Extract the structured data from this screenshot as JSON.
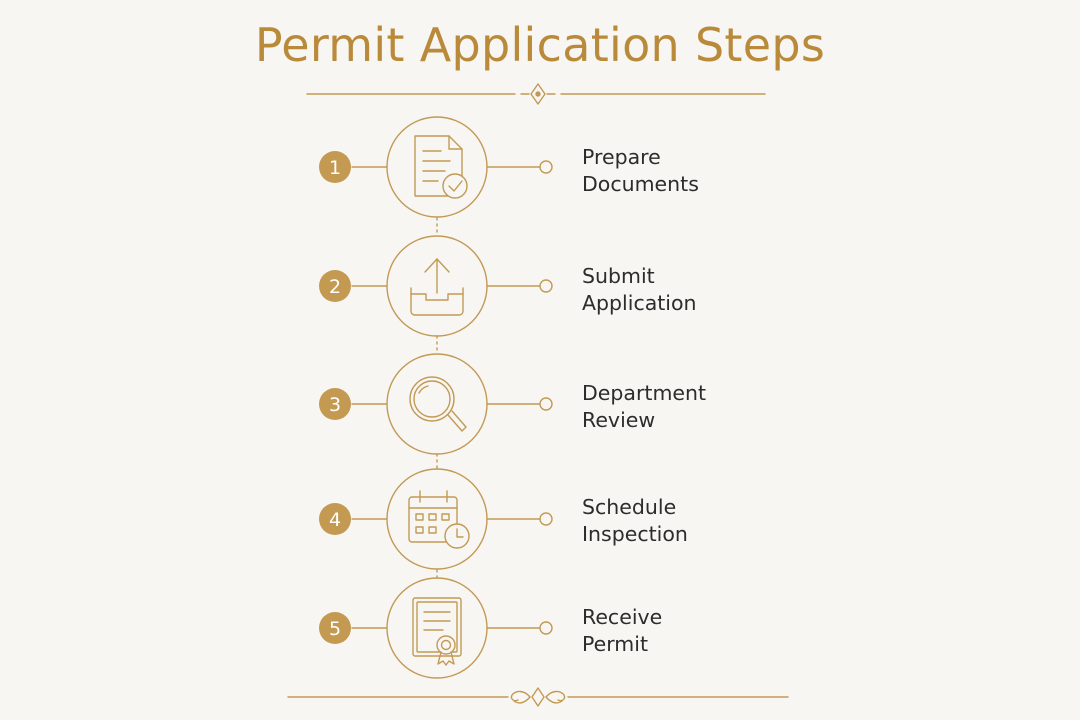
{
  "title": "Permit Application Steps",
  "colors": {
    "accent": "#b98a3a",
    "text": "#2c2c2c",
    "background": "#f8f6f3"
  },
  "steps": [
    {
      "number": "1",
      "icon": "document-check-icon",
      "line1": "Prepare",
      "line2": "Documents"
    },
    {
      "number": "2",
      "icon": "upload-tray-icon",
      "line1": "Submit",
      "line2": "Application"
    },
    {
      "number": "3",
      "icon": "magnifier-icon",
      "line1": "Department",
      "line2": "Review"
    },
    {
      "number": "4",
      "icon": "calendar-clock-icon",
      "line1": "Schedule",
      "line2": "Inspection"
    },
    {
      "number": "5",
      "icon": "certificate-icon",
      "line1": "Receive",
      "line2": "Permit"
    }
  ]
}
